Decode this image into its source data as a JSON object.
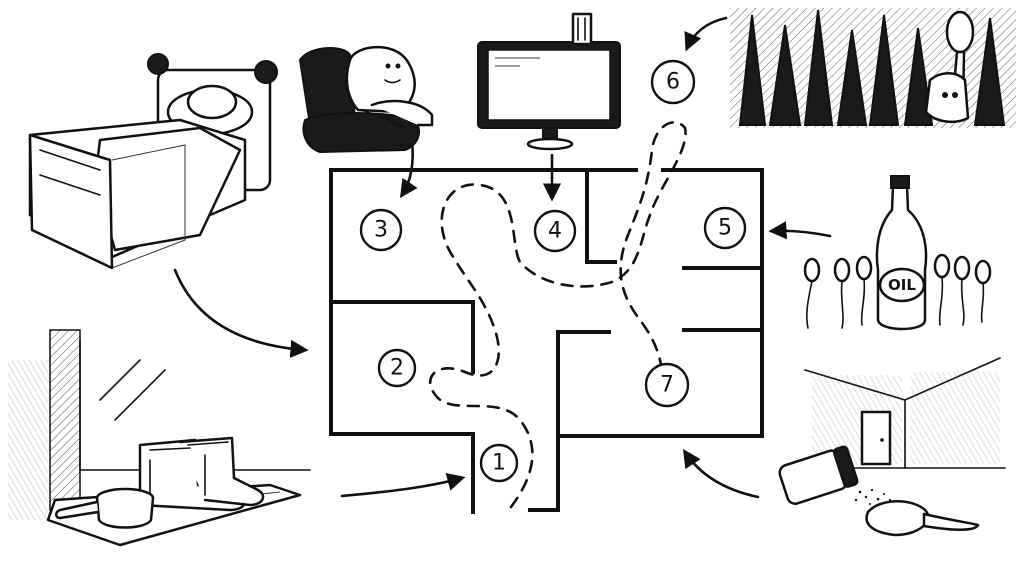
{
  "diagram": {
    "rooms": [
      {
        "id": "room-1",
        "label": "1"
      },
      {
        "id": "room-2",
        "label": "2"
      },
      {
        "id": "room-3",
        "label": "3"
      },
      {
        "id": "room-4",
        "label": "4"
      },
      {
        "id": "room-5",
        "label": "5"
      },
      {
        "id": "room-6",
        "label": "6"
      },
      {
        "id": "room-7",
        "label": "7"
      }
    ],
    "objects": {
      "bed": "bed-illustration",
      "armchair": "armchair-with-character",
      "monitor": "computer-monitor",
      "forest": "dark-forest-with-spoon",
      "oil_bottle_label": "OIL",
      "spoons": "spoons-around-bottle",
      "salt_shaker": "spilled-salt-shaker",
      "boots": "boots-and-pot-by-window"
    }
  }
}
